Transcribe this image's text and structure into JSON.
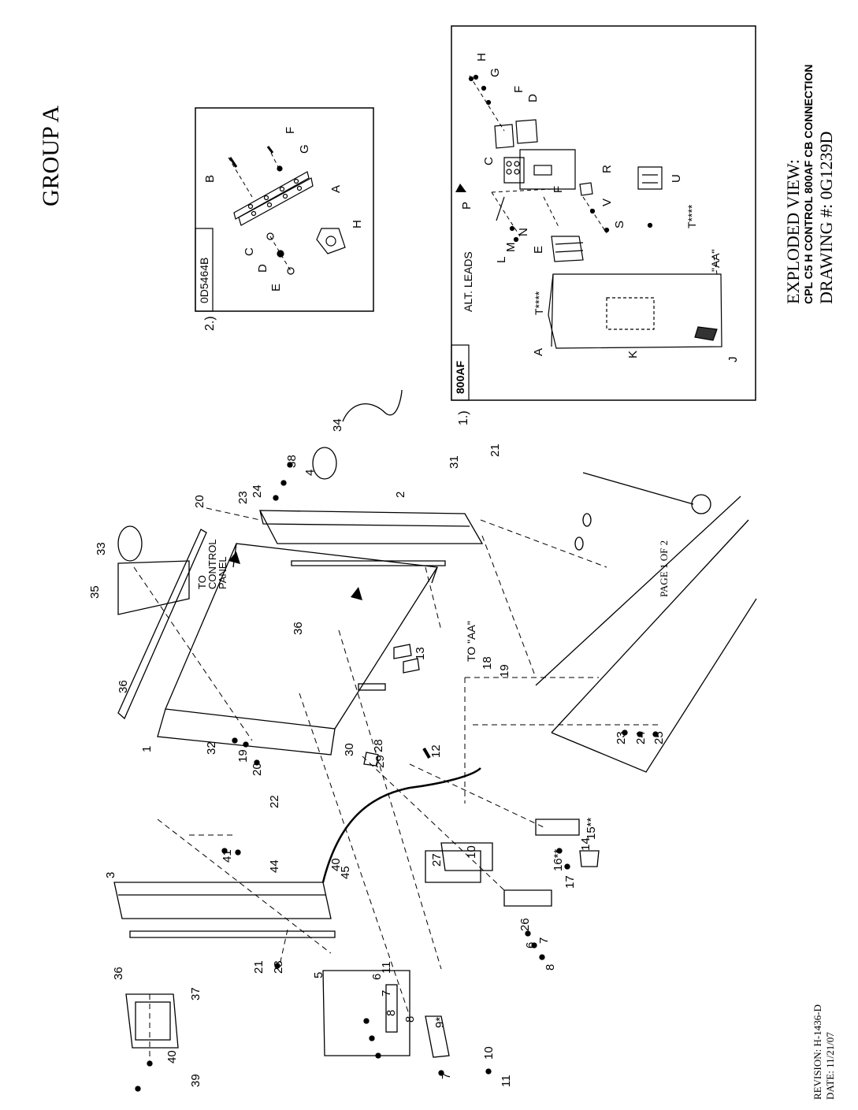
{
  "header": {
    "group_title": "GROUP A"
  },
  "title_block": {
    "line1": "EXPLODED VIEW:",
    "line2": "CPL C5 H CONTROL 800AF CB CONNECTION",
    "line3": "DRAWING #: 0G1239D"
  },
  "footer": {
    "page": "PAGE 1 OF 2",
    "revision": "REVISION: H-1436-D",
    "date": "DATE:  11/21/07"
  },
  "inset1": {
    "index": "1.)",
    "tag": "800AF",
    "alt_leads": "ALT. LEADS",
    "aa_label": "\"AA\"",
    "t_label_a": "T****",
    "t_label_b": "T****",
    "letters": [
      "A",
      "C",
      "D",
      "E",
      "F",
      "F",
      "G",
      "H",
      "J",
      "K",
      "L",
      "M",
      "N",
      "P",
      "R",
      "S",
      "U",
      "V"
    ]
  },
  "inset2": {
    "index": "2.)",
    "tag": "0D5464B",
    "letters": [
      "A",
      "B",
      "C",
      "D",
      "E",
      "F",
      "G",
      "H"
    ]
  },
  "main": {
    "to_control_panel": "TO CONTROL PANEL",
    "to_aa": "TO \"AA\"",
    "callouts": [
      "1",
      "2",
      "3",
      "4",
      "5",
      "6",
      "6",
      "7",
      "7",
      "7",
      "8",
      "8",
      "8",
      "9*",
      "10",
      "10",
      "11",
      "11",
      "12",
      "13",
      "14",
      "15**",
      "16**",
      "17",
      "18",
      "19",
      "19",
      "20",
      "20",
      "21",
      "21",
      "22",
      "23",
      "23",
      "23",
      "24",
      "24",
      "25",
      "26",
      "27",
      "28",
      "29",
      "30",
      "31",
      "32",
      "33",
      "34",
      "35",
      "36",
      "36",
      "36",
      "37",
      "38",
      "39",
      "40",
      "40",
      "41",
      "44",
      "45"
    ]
  }
}
